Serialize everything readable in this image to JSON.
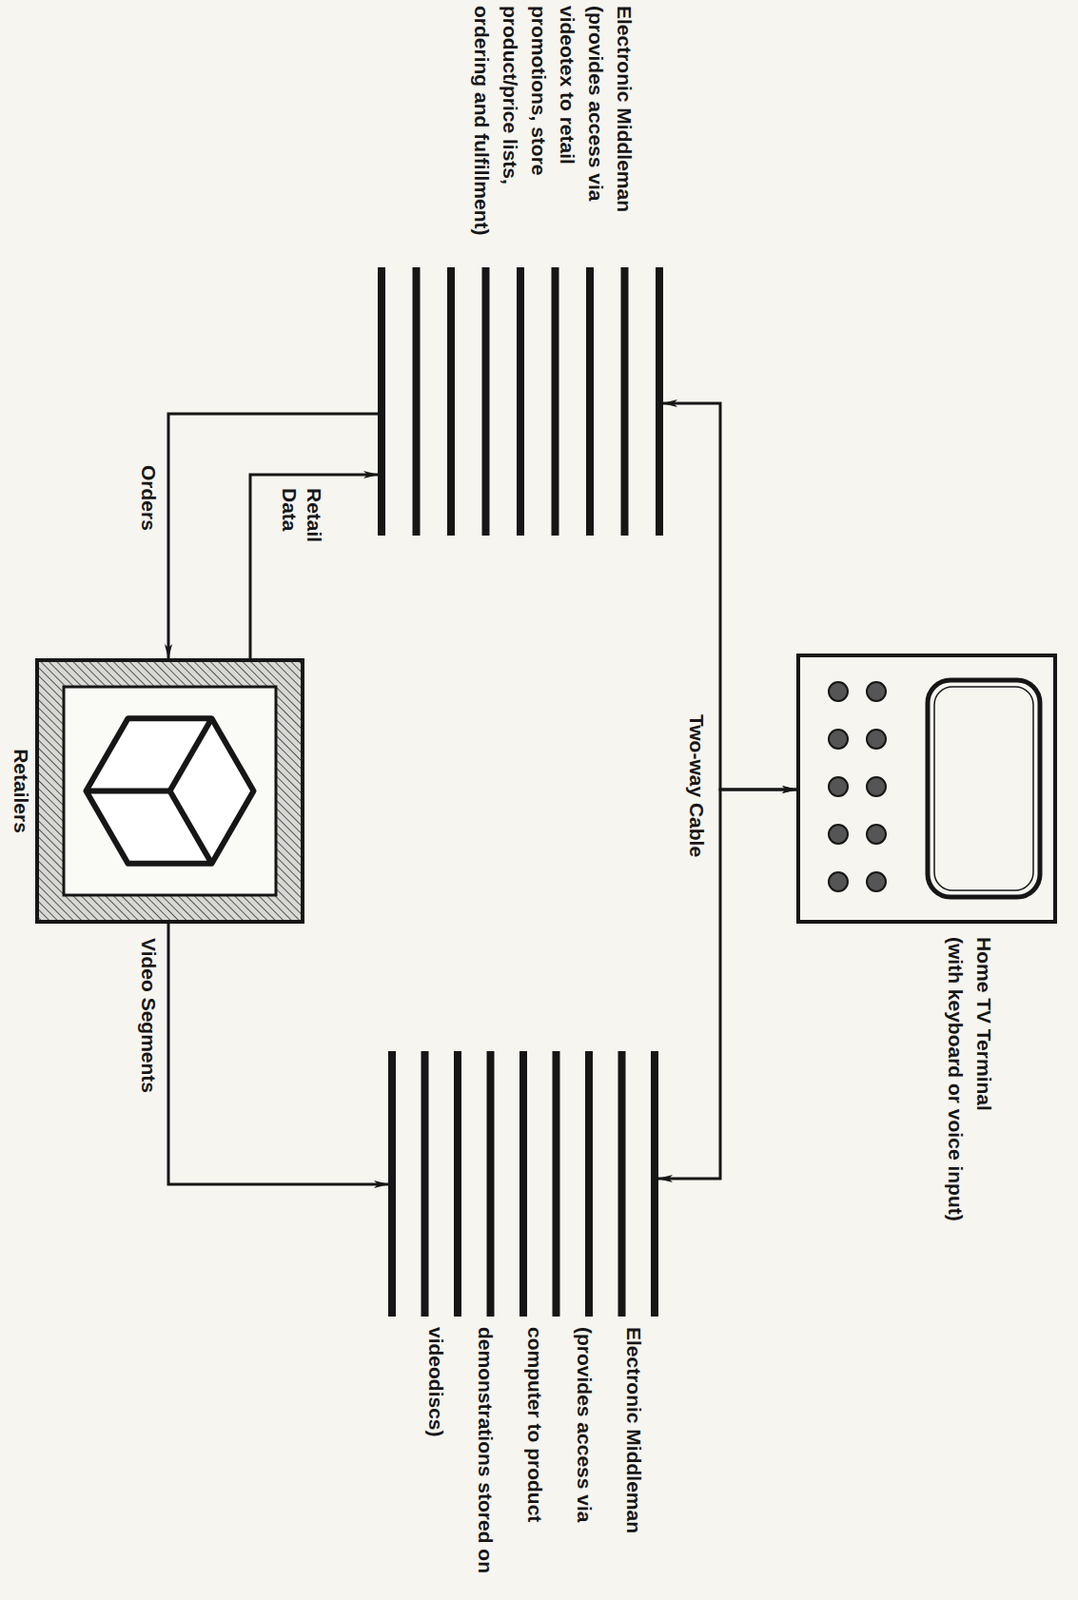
{
  "diagram": {
    "nodes": [
      {
        "text": [
          "Home TV Terminal",
          "(with keyboard or voice input)"
        ]
      },
      {
        "text": [
          "Electronic Middleman (provides access via videotex to retail promotions, store product/price lists, ordering and fulfillment)"
        ]
      },
      {
        "text": [
          "Electronic Middleman (provides access via computer to product demonstrations stored on videodiscs)"
        ]
      },
      {
        "text": [
          "Retailers"
        ]
      }
    ],
    "edges": [
      {
        "from": 0,
        "to": 1,
        "arrow": "both",
        "label": "Two-way Cable"
      },
      {
        "from": 0,
        "to": 2,
        "arrow": "both"
      },
      {
        "from": 1,
        "to": 3,
        "arrow": "to",
        "label": "Orders"
      },
      {
        "from": 3,
        "to": 1,
        "arrow": "to",
        "label": "Retail Data"
      },
      {
        "from": 3,
        "to": 2,
        "arrow": "to",
        "label": "Video Segments"
      }
    ]
  }
}
